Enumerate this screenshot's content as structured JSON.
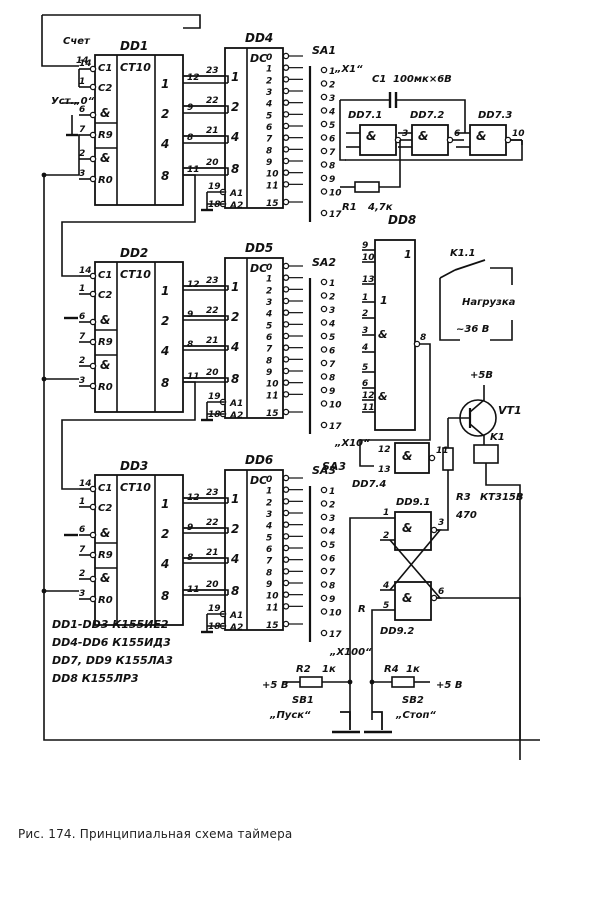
{
  "chips": {
    "dd1": "DD1",
    "dd2": "DD2",
    "dd3": "DD3",
    "dd4": "DD4",
    "dd5": "DD5",
    "dd6": "DD6",
    "dd7_1": "DD7.1",
    "dd7_2": "DD7.2",
    "dd7_3": "DD7.3",
    "dd7_4": "DD7.4",
    "dd8": "DD8",
    "dd9_1": "DD9.1",
    "dd9_2": "DD9.2",
    "ct10": "CT10",
    "dc": "DC"
  },
  "switches": {
    "sa1": "SA1",
    "sa2": "SA2",
    "sa3": "SA3",
    "x1": "„X1“",
    "x10": "„X10“",
    "x100": "„X100“"
  },
  "labels": {
    "schet": "Счет",
    "ust": "Уст.„0“",
    "c1": "C1",
    "c2": "C2",
    "r9": "R9",
    "r0": "R0",
    "and": "&",
    "a1": "A1",
    "a2": "A2",
    "one": "1",
    "cap_c1": "C1",
    "cap_val": "100мк×6В",
    "r1": "R1",
    "r1_val": "4,7к",
    "k1_1": "K1.1",
    "load": "Нагрузка",
    "load_v": "~36 В",
    "plus5": "+5В",
    "plus5b": "+5 В",
    "plus5c": "+5 В",
    "vt1": "VT1",
    "k1": "K1",
    "r3": "R3",
    "r3_val": "470",
    "vt_type": "КТ315В",
    "r2": "R2",
    "r2_val": "1к",
    "r4": "R4",
    "r4_val": "1к",
    "sb1": "SB1",
    "sb2": "SB2",
    "pusk": "„Пуск“",
    "stop": "„Стоп“",
    "rbar": "R"
  },
  "legend": [
    "DD1-DD3  К155ИЕ2",
    "DD4-DD6  К155ИД3",
    "DD7, DD9  К155ЛА3",
    "DD8   К155ЛР3"
  ],
  "pins": {
    "ct_in": [
      "14",
      "1",
      "6",
      "7",
      "2",
      "3"
    ],
    "ct_out": [
      "12",
      "9",
      "8",
      "11"
    ],
    "dc_in": [
      "23",
      "22",
      "21",
      "20",
      "19",
      "18"
    ],
    "dc_out": [
      "0",
      "1",
      "2",
      "3",
      "4",
      "5",
      "6",
      "7",
      "8",
      "9",
      "10",
      "11",
      "15"
    ],
    "sw": [
      "1",
      "2",
      "3",
      "4",
      "5",
      "6",
      "7",
      "8",
      "9",
      "10",
      "17"
    ],
    "dd8": [
      "9",
      "10",
      "13",
      "1",
      "2",
      "3",
      "4",
      "5",
      "6",
      "12",
      "11",
      "8"
    ],
    "gates": [
      "1",
      "2",
      "3",
      "4",
      "5",
      "6",
      "9",
      "10",
      "8",
      "12",
      "13",
      "11"
    ]
  },
  "caption": "Рис. 174. Принципиальная схема таймера"
}
